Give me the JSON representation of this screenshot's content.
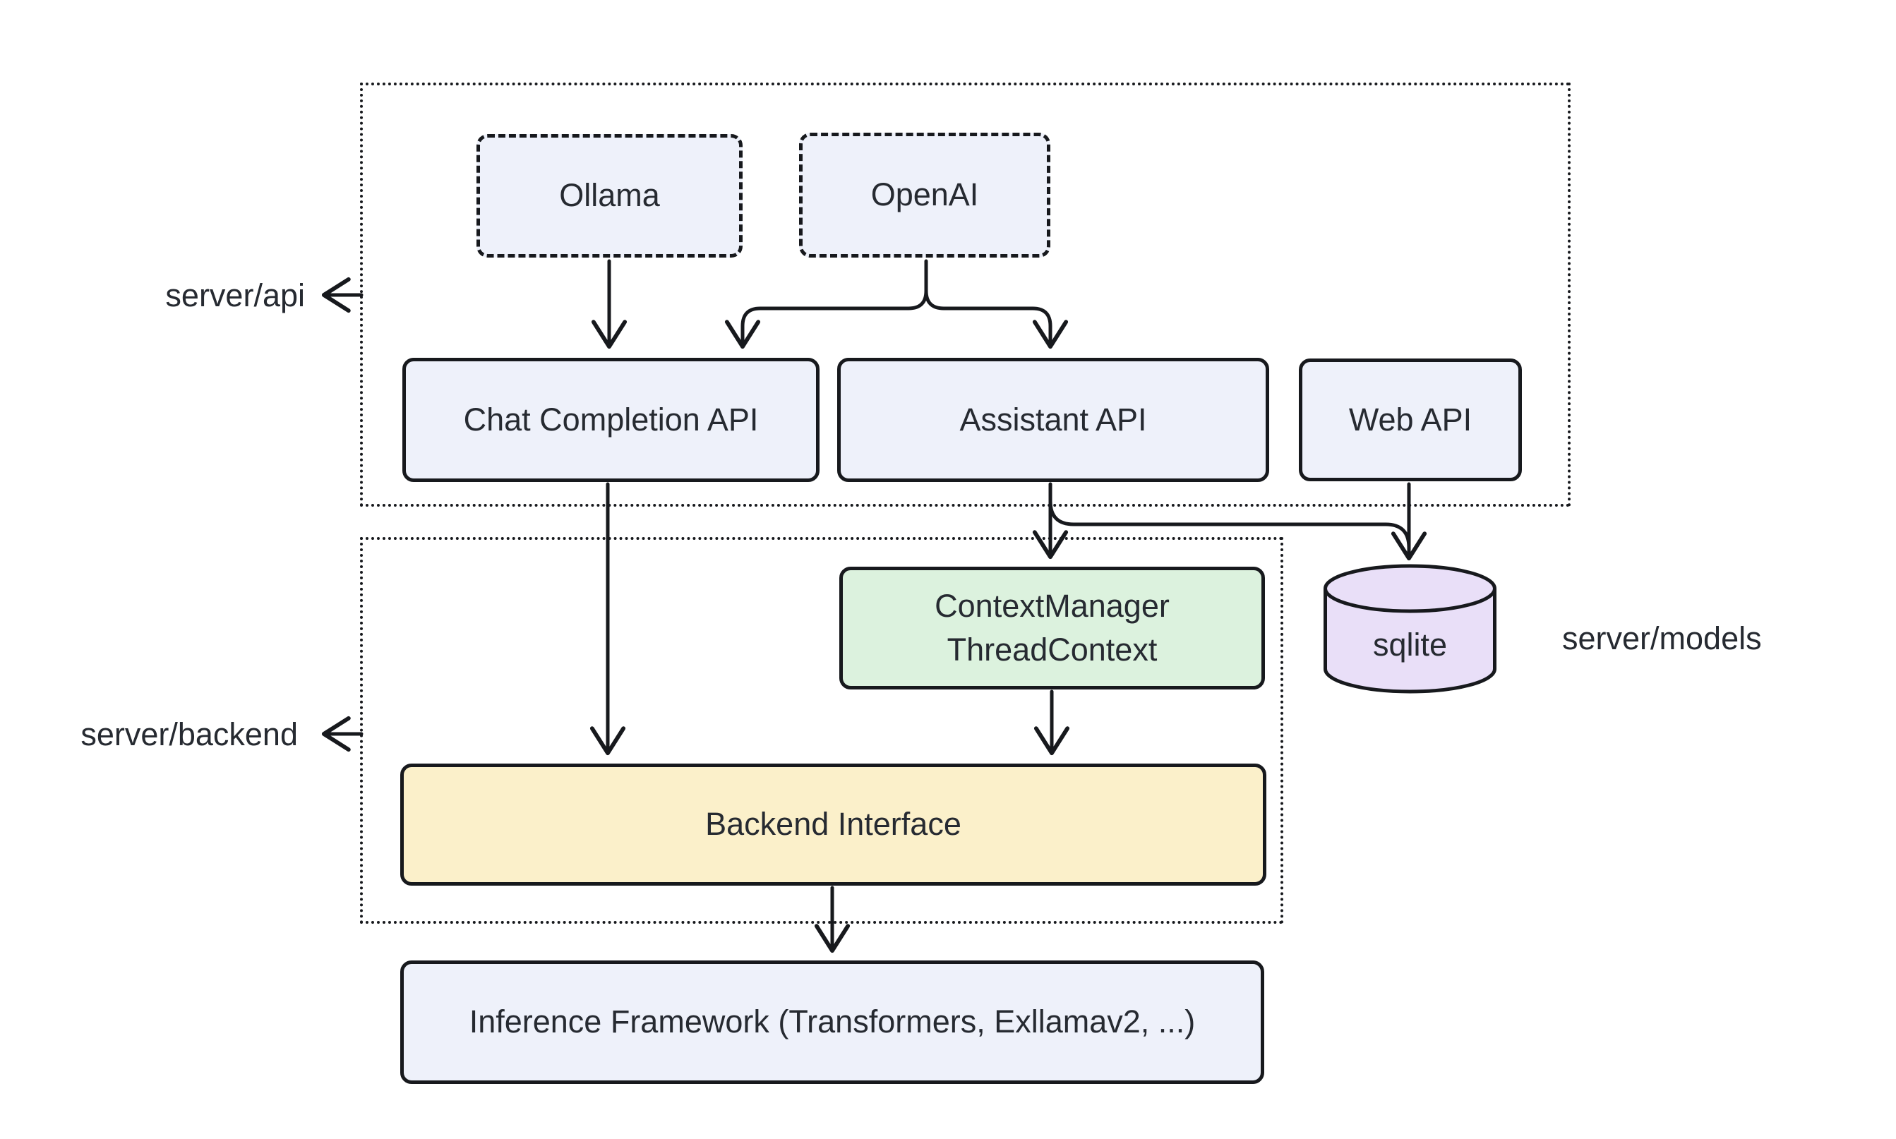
{
  "colors": {
    "background": "#ffffff",
    "stroke": "#17191d",
    "text": "#262a31",
    "node_fill_blue": "#eef1fa",
    "node_fill_green": "#dcf2de",
    "node_fill_yellow": "#fbf0ca",
    "node_fill_purple": "#e9dff8"
  },
  "containers": {
    "api": {
      "label": "server/api"
    },
    "backend": {
      "label": "server/backend"
    }
  },
  "external_labels": {
    "models": {
      "label": "server/models"
    }
  },
  "nodes": {
    "ollama": {
      "label": "Ollama",
      "style": "dashed-blue"
    },
    "openai": {
      "label": "OpenAI",
      "style": "dashed-blue"
    },
    "chat_completion_api": {
      "label": "Chat Completion API",
      "style": "solid-blue"
    },
    "assistant_api": {
      "label": "Assistant API",
      "style": "solid-blue"
    },
    "web_api": {
      "label": "Web API",
      "style": "solid-blue"
    },
    "context_manager": {
      "label": "ContextManager\nThreadContext",
      "style": "solid-green"
    },
    "sqlite": {
      "label": "sqlite",
      "style": "cylinder-purple"
    },
    "backend_interface": {
      "label": "Backend Interface",
      "style": "solid-yellow"
    },
    "inference_framework": {
      "label": "Inference Framework (Transformers, Exllamav2, ...)",
      "style": "solid-blue"
    }
  },
  "edges": [
    {
      "from": "Ollama",
      "to": "Chat Completion API"
    },
    {
      "from": "OpenAI",
      "to": "Chat Completion API"
    },
    {
      "from": "OpenAI",
      "to": "Assistant API"
    },
    {
      "from": "Chat Completion API",
      "to": "Backend Interface"
    },
    {
      "from": "Assistant API",
      "to": "ContextManager ThreadContext"
    },
    {
      "from": "Assistant API",
      "to": "sqlite"
    },
    {
      "from": "Web API",
      "to": "sqlite"
    },
    {
      "from": "ContextManager ThreadContext",
      "to": "Backend Interface"
    },
    {
      "from": "Backend Interface",
      "to": "Inference Framework (Transformers, Exllamav2, ...)"
    }
  ]
}
